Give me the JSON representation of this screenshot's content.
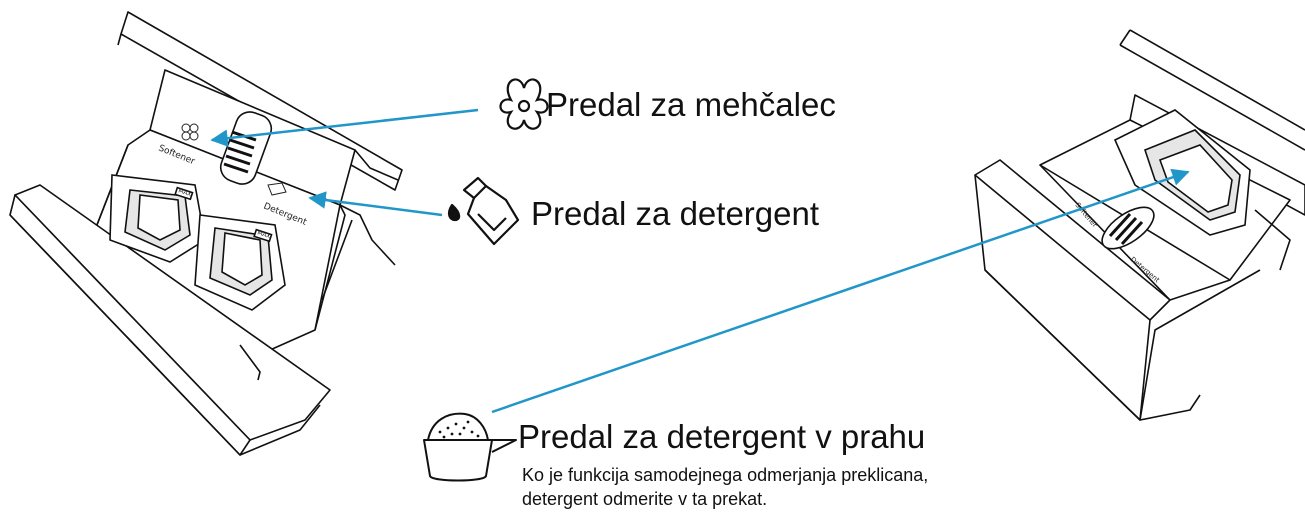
{
  "labels": {
    "softener": "Predal za mehčalec",
    "detergent": "Predal za detergent",
    "powder": "Predal za detergent v prahu",
    "note_line1": "Ko je funkcija samodejnega odmerjanja preklicana,",
    "note_line2": "detergent odmerite v ta prekat."
  },
  "drawer_markings": {
    "softener": "Softener",
    "detergent": "Detergent",
    "max": "MAX"
  },
  "icons": [
    "flower-softener-icon",
    "detergent-bottle-icon",
    "powder-scoop-icon"
  ],
  "colors": {
    "leader_line": "#2196c8",
    "outline": "#111111"
  }
}
